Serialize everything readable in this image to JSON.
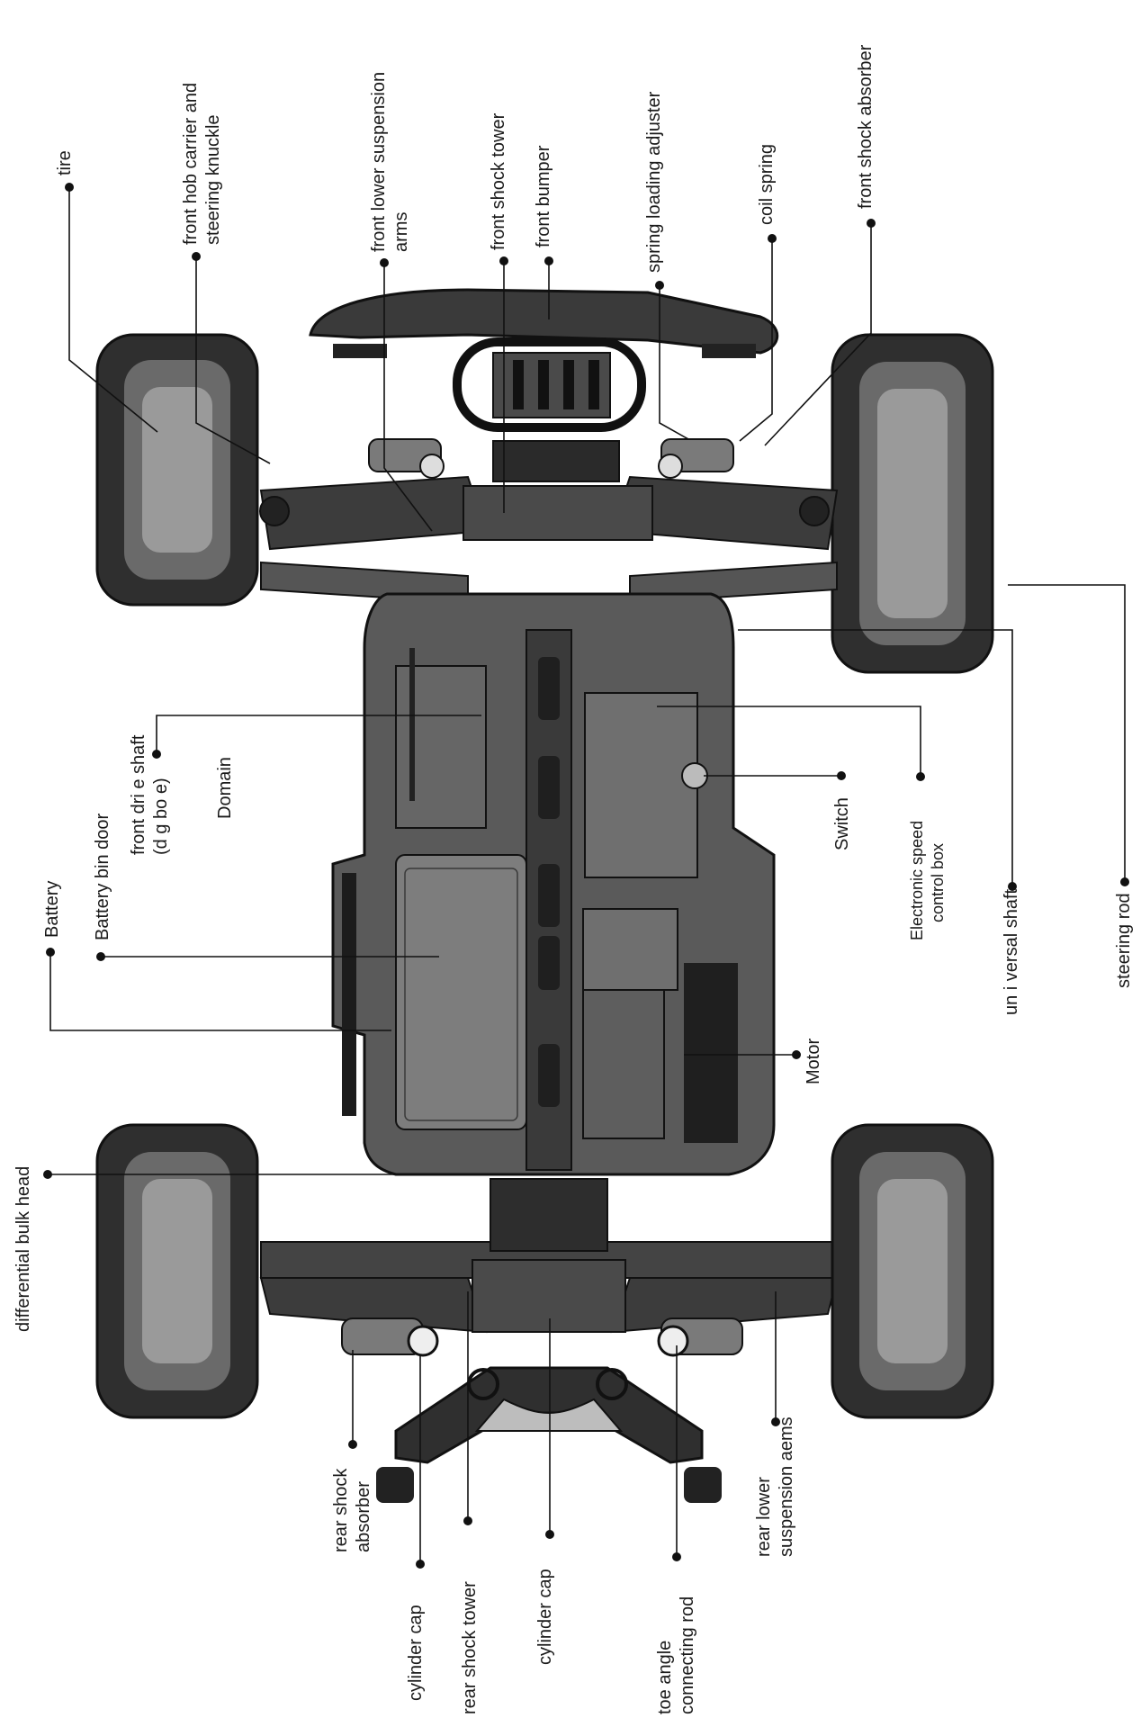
{
  "diagram": {
    "colors": {
      "background": "#ffffff",
      "body_dark": "#2b2b2b",
      "body_mid": "#5a5a5a",
      "body_light": "#8a8a8a",
      "tire": "#2f2f2f",
      "leader": "#111111"
    },
    "labels": {
      "tire": "tire",
      "front_hub": [
        "front hob carrier and",
        "steering knuckle"
      ],
      "front_lower_arms": [
        "front lower suspension",
        "arms"
      ],
      "front_shock_tower": "front shock tower",
      "front_bumper": "front bumper",
      "spring_adjuster": "spring loading adjuster",
      "coil_spring": "coil spring",
      "front_shock_absorber": "front shock absorber",
      "front_drive_shaft": [
        "front dri e shaft",
        "(d g bo e)"
      ],
      "domain": "Domain",
      "battery_bin_door": "Battery bin door",
      "battery": "Battery",
      "switch": "Switch",
      "esc_box": [
        "Electronic speed",
        "control box"
      ],
      "universal_shaft": "un i versal shaft",
      "steering_rod": "steering rod",
      "motor": "Motor",
      "diff_bulkhead": "differential bulk head",
      "rear_shock_absorber": [
        "rear shock",
        "absorber"
      ],
      "cylinder_cap_left": "cylinder cap",
      "rear_shock_tower": "rear shock tower",
      "cylinder_cap_mid": "cylinder cap",
      "toe_angle_rod": [
        "toe angle",
        "connecting rod"
      ],
      "rear_lower_arms": [
        "rear lower",
        "suspension aems"
      ]
    }
  }
}
